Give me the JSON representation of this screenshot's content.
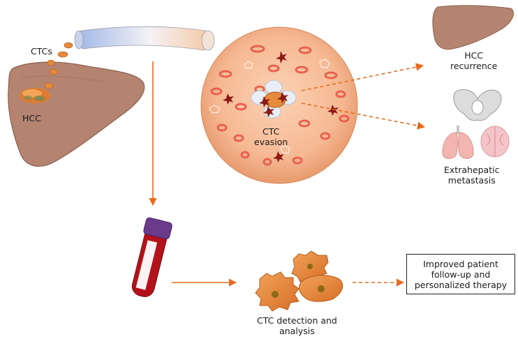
{
  "labels": {
    "ctcs": "CTCs",
    "hcc": "HCC",
    "ctc_evasion": "CTC\nevasion",
    "hcc_recurrence": "HCC\nrecurrence",
    "extrahepatic_metastasis": "Extrahepatic\nmetastasis",
    "ctc_detection": "CTC detection and\nanalysis",
    "outcome": "Improved patient\nfollow-up and\npersonalized therapy"
  },
  "colors": {
    "arrow": "#e86a1c",
    "liver": "#b07f6a",
    "liver_dark": "#7a5444",
    "vessel": "#f4b48a",
    "tumor": "#e8873a",
    "rbc": "#e8614f",
    "cell": "#e88a3c"
  },
  "icons": {
    "liver_left": "liver-icon",
    "liver_right": "liver-icon",
    "pelvis": "pelvis-icon",
    "lungs": "lungs-icon",
    "brain": "brain-icon",
    "tube": "blood-tube-icon"
  }
}
